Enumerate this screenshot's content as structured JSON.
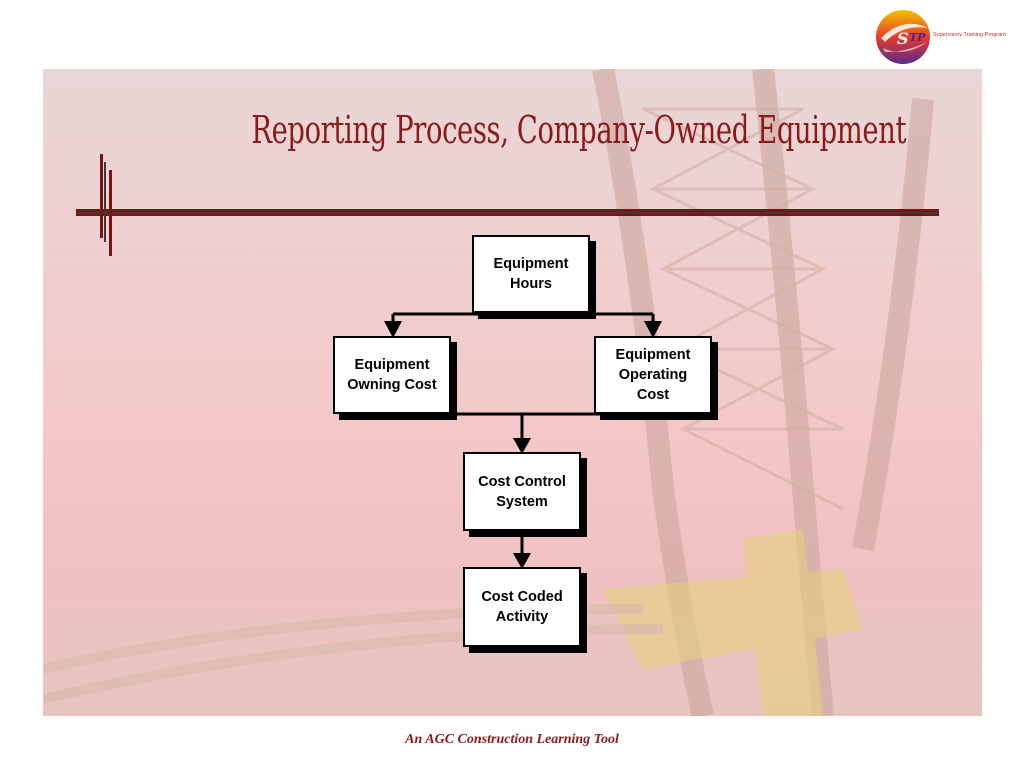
{
  "logo": {
    "text": "Supervisory Training Program",
    "mark": "STP"
  },
  "title": "Reporting Process, Company-Owned Equipment",
  "diagram": {
    "equipment_hours": "Equipment\nHours",
    "owning_cost": "Equipment\nOwning Cost",
    "operating_cost": "Equipment\nOperating\nCost",
    "cost_control": "Cost Control\nSystem",
    "cost_coded": "Cost Coded\nActivity"
  },
  "footer": "An AGC Construction Learning Tool",
  "colors": {
    "title": "#8b1a1a",
    "footer": "#8b1a1a",
    "rule": "#7a1414"
  }
}
